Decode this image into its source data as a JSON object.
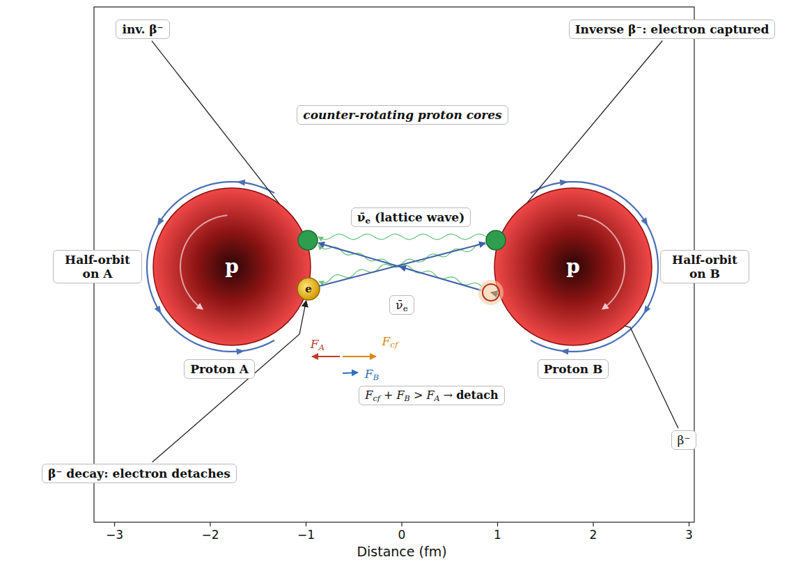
{
  "diagram": {
    "nodes": [
      {
        "text": [
          "inv. β⁻"
        ]
      },
      {
        "text": [
          "Inverse β⁻: electron captured"
        ]
      },
      {
        "text": [
          "counter-rotating proton cores"
        ]
      },
      {
        "text": [
          "ν̄e (lattice wave)"
        ]
      },
      {
        "text": [
          "Half-orbit on A"
        ]
      },
      {
        "text": [
          "p"
        ]
      },
      {
        "text": [
          "p"
        ]
      },
      {
        "text": [
          "Half-orbit on B"
        ]
      },
      {
        "text": [
          "e"
        ]
      },
      {
        "text": [
          "ν̄e"
        ]
      },
      {
        "text": [
          "Proton A"
        ]
      },
      {
        "text": [
          "Proton B"
        ]
      },
      {
        "text": [
          "Fcf + FB > FA → detach"
        ]
      },
      {
        "text": [
          "β⁻ decay: electron detaches"
        ]
      },
      {
        "text": [
          "β⁻"
        ]
      }
    ],
    "edges": [
      {
        "from": 0,
        "to": 5,
        "arrow": "to"
      },
      {
        "from": 1,
        "to": 6,
        "arrow": "to"
      },
      {
        "from": 13,
        "to": 8,
        "arrow": "to"
      },
      {
        "from": 14,
        "to": 6,
        "arrow": "to"
      }
    ],
    "labels": [
      "FA",
      "Fcf",
      "FB",
      "−3",
      "−2",
      "−1",
      "0",
      "1",
      "2",
      "3",
      "Distance (fm)"
    ]
  }
}
